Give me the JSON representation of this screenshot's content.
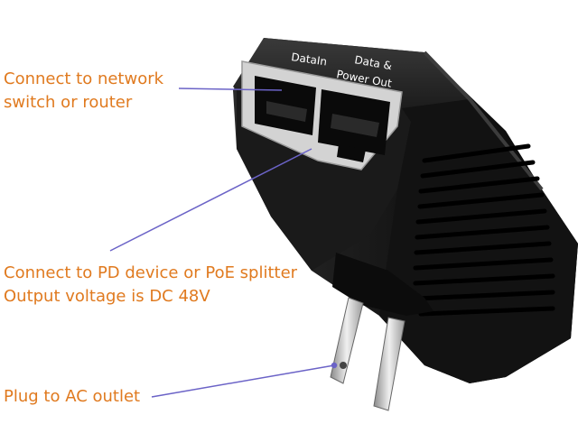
{
  "image": {
    "subject": "PoE injector adapter",
    "colors": {
      "annotation_text": "#e07a1f",
      "leader_line": "#6b63c7",
      "device_body": "#141414",
      "port_frame": "#c9c9c9",
      "background": "#ffffff"
    }
  },
  "device": {
    "port_label_data_in": "DataIn",
    "port_label_data_power_line1": "Data &",
    "port_label_data_power_line2": "Power Out"
  },
  "callouts": {
    "network": {
      "line1": "Connect to network",
      "line2": "switch or router"
    },
    "pd": {
      "line1": "Connect to PD device or PoE splitter",
      "line2": "Output voltage is DC 48V"
    },
    "ac": {
      "line1": "Plug to AC outlet"
    }
  }
}
